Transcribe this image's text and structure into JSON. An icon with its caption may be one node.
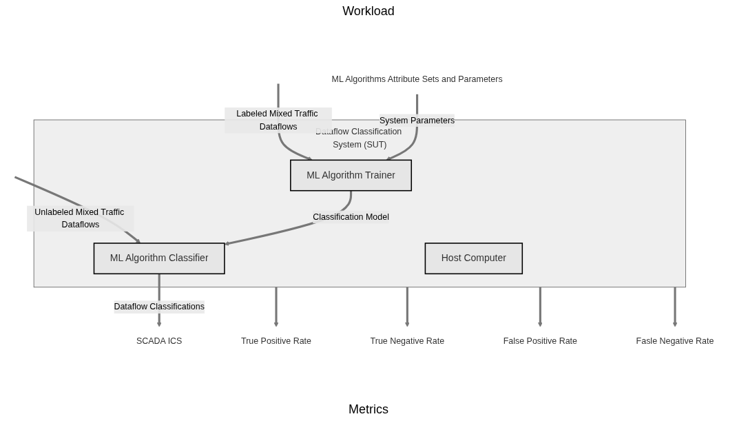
{
  "diagram": {
    "nodes": [
      {
        "text": [
          "Dataflow Classification System (SUT)"
        ]
      },
      {
        "text": [
          "Host Computer"
        ],
        "in": 0
      },
      {
        "text": [
          "ML Algorithm Trainer"
        ],
        "in": 0
      },
      {
        "text": [
          "ML Algorithm Classifier"
        ],
        "in": 0
      },
      {
        "text": [
          "ML Algorithms Attribute Sets and Parameters"
        ]
      },
      {
        "text": [
          "SCADA ICS"
        ]
      },
      {
        "text": [
          "True Positive Rate"
        ]
      },
      {
        "text": [
          "True Negative Rate"
        ]
      },
      {
        "text": [
          "False Positive Rate"
        ]
      },
      {
        "text": [
          "Fasle Negative Rate"
        ]
      }
    ],
    "edges": [
      {
        "from": null,
        "to": 2,
        "arrow": "to",
        "label": "Labeled Mixed Traffic Dataflows"
      },
      {
        "from": null,
        "to": 3,
        "arrow": "to",
        "label": "Unlabeled Mixed Traffic Dataflows"
      },
      {
        "from": 4,
        "to": 2,
        "arrow": "to",
        "label": "System Parameters"
      },
      {
        "from": 2,
        "to": 3,
        "arrow": "to",
        "label": "Classification Model"
      },
      {
        "from": 3,
        "to": 5,
        "arrow": "to",
        "label": "Dataflow Classifications"
      },
      {
        "from": 0,
        "to": 6,
        "arrow": "to"
      },
      {
        "from": 0,
        "to": 7,
        "arrow": "to"
      },
      {
        "from": 0,
        "to": 8,
        "arrow": "to"
      },
      {
        "from": 0,
        "to": 9,
        "arrow": "to"
      }
    ],
    "labels": [
      "Workload",
      "Metrics"
    ]
  }
}
